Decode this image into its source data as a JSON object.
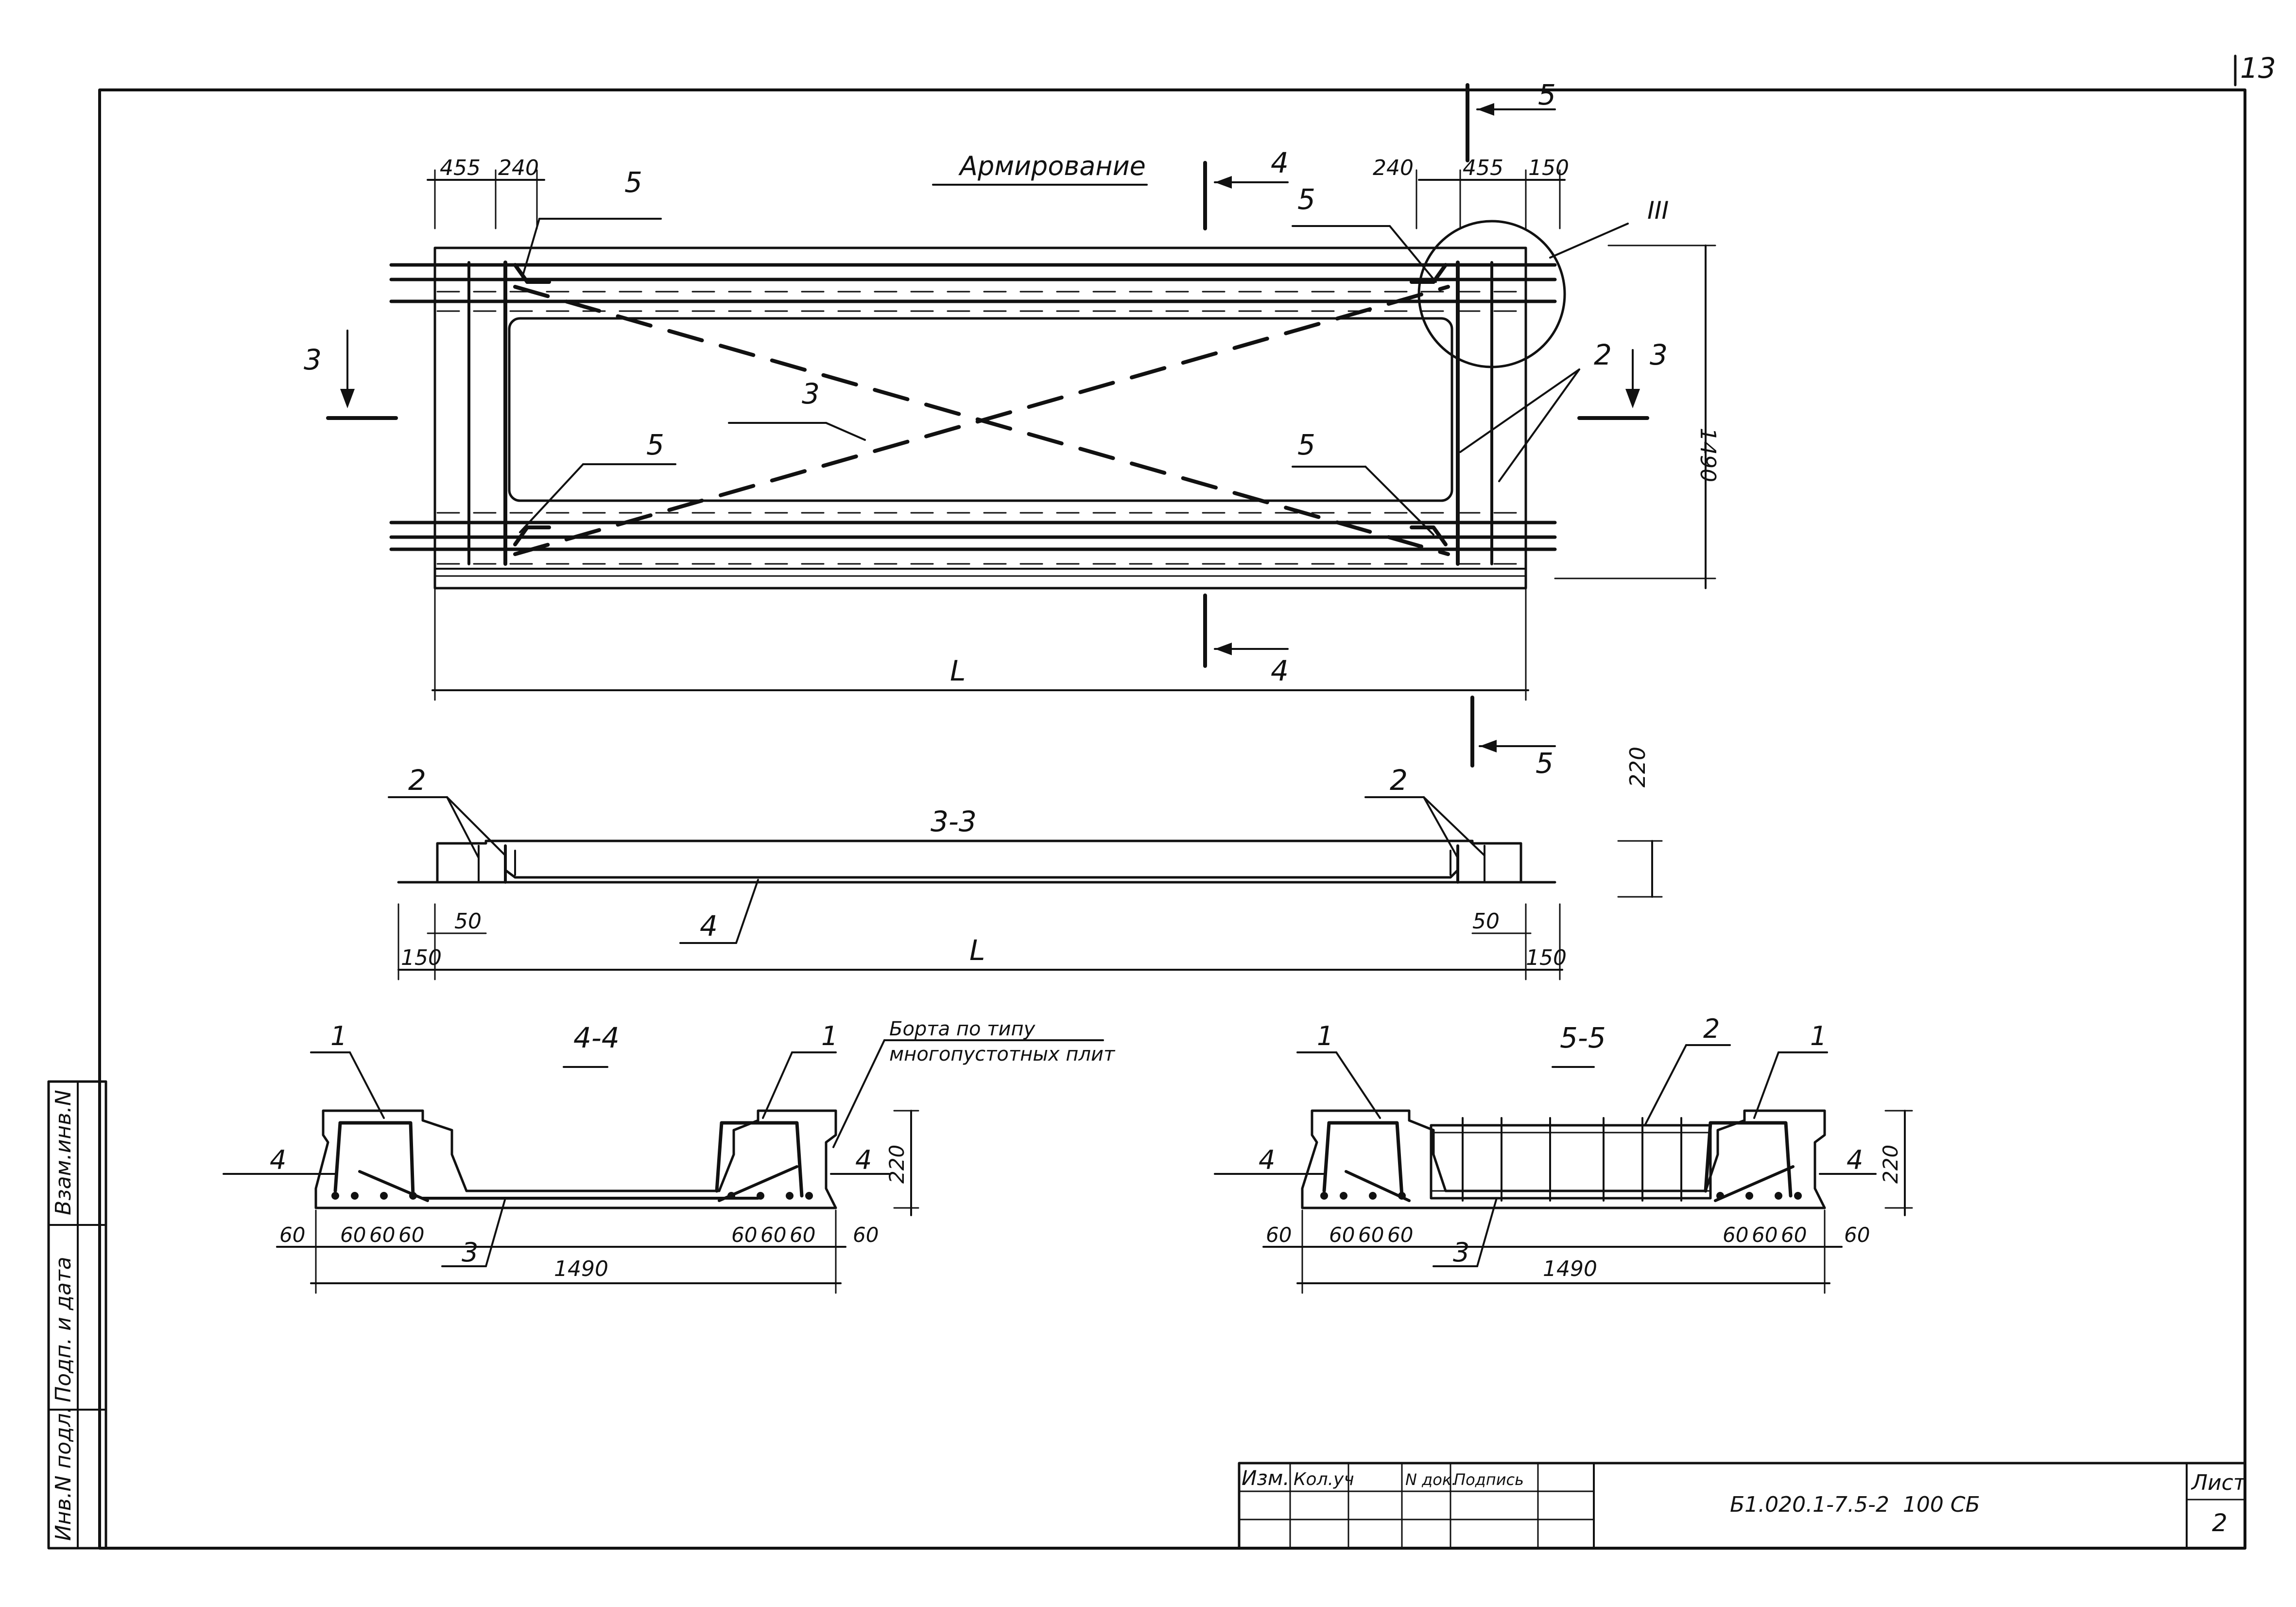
{
  "page_number": "13",
  "plan": {
    "title": "Армирование",
    "dims": {
      "left_455": "455",
      "left_240": "240",
      "right_240": "240",
      "right_455": "455",
      "right_150": "150",
      "height": "1490",
      "length": "L"
    },
    "callouts": {
      "c5": "5",
      "c3": "3",
      "c2": "2",
      "node": "III"
    },
    "sections": {
      "s3": "3",
      "s4": "4",
      "s5": "5"
    }
  },
  "section_33": {
    "title": "3-3",
    "dims": {
      "h": "220",
      "d50": "50",
      "d150": "150",
      "len": "L"
    },
    "callouts": {
      "c2": "2",
      "c4": "4"
    }
  },
  "section_44": {
    "title": "4-4",
    "note": [
      "Борта по типу",
      "многопустотных плит"
    ],
    "dims": {
      "h": "220",
      "d60": "60",
      "width": "1490"
    },
    "callouts": {
      "c1": "1",
      "c3": "3",
      "c4": "4"
    }
  },
  "section_55": {
    "title": "5-5",
    "dims": {
      "h": "220",
      "d60": "60",
      "width": "1490"
    },
    "callouts": {
      "c1": "1",
      "c2": "2",
      "c3": "3",
      "c4": "4"
    }
  },
  "side_stamp": [
    "Взам.инв.N",
    "Подп. и дата",
    "Инв.N подл."
  ],
  "title_block": {
    "headers": [
      "Изм.",
      "Кол.уч",
      "",
      "N док.",
      "Подпись",
      ""
    ],
    "doc_code": "Б1.020.1-7.5-2  100 СБ",
    "sheet_label": "Лист",
    "sheet_number": "2"
  }
}
